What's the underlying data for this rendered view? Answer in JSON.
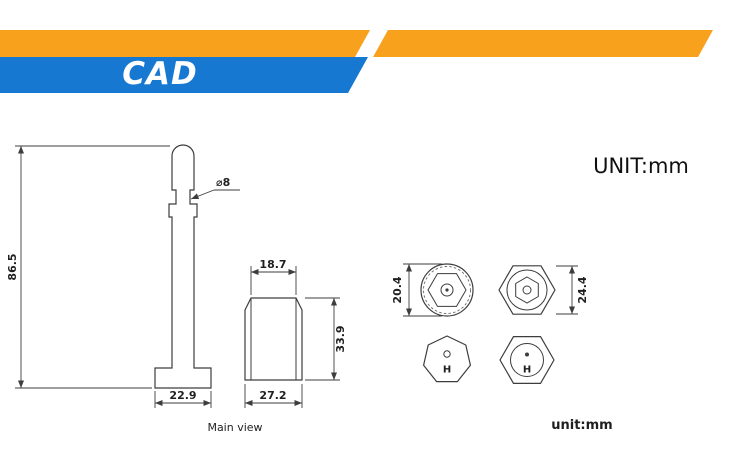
{
  "header": {
    "brand": "CAD"
  },
  "labels": {
    "unit_top": "UNIT:mm",
    "unit_bottom": "unit:mm",
    "main_view": "Main view"
  },
  "dimensions": {
    "overall_height": "86.5",
    "pin_diameter": "⌀8",
    "cap_top_width": "18.7",
    "cap_height": "33.9",
    "base_width": "22.9",
    "cap_width": "27.2",
    "head_view_height": "20.4",
    "cap_view_height": "24.4"
  },
  "views": {
    "head_bottom_mark": "H",
    "cap_bottom_mark": "H"
  },
  "colors": {
    "banner_orange": "#F7A11C",
    "banner_blue": "#1778D2",
    "line_color": "#3D3D3D"
  }
}
